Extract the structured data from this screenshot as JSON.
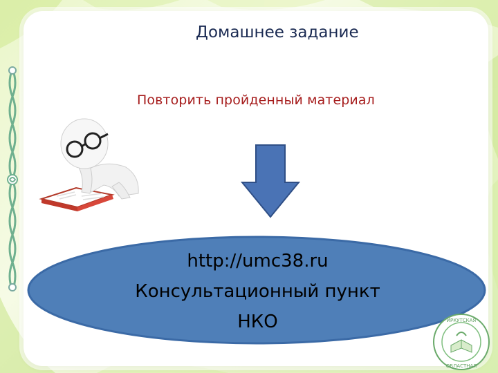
{
  "slide": {
    "title": "Домашнее задание",
    "subtitle": "Повторить пройденный материал",
    "oval_lines": [
      "http://umc38.ru",
      "Консультационный пункт",
      "НКО"
    ],
    "seal_text": "ОБЛАСТНАЯ • ИРКУТСКАЯ •"
  },
  "colors": {
    "title": "#1a2a52",
    "subtitle": "#a61c1c",
    "arrow_fill": "#4a73b5",
    "oval_fill": "#4f7fb8",
    "background": "#eaf6c9"
  },
  "icons": {
    "figure": "reading-man-icon",
    "arrow": "arrow-down-icon",
    "seal": "emblem-icon",
    "rope": "rope-decoration"
  }
}
